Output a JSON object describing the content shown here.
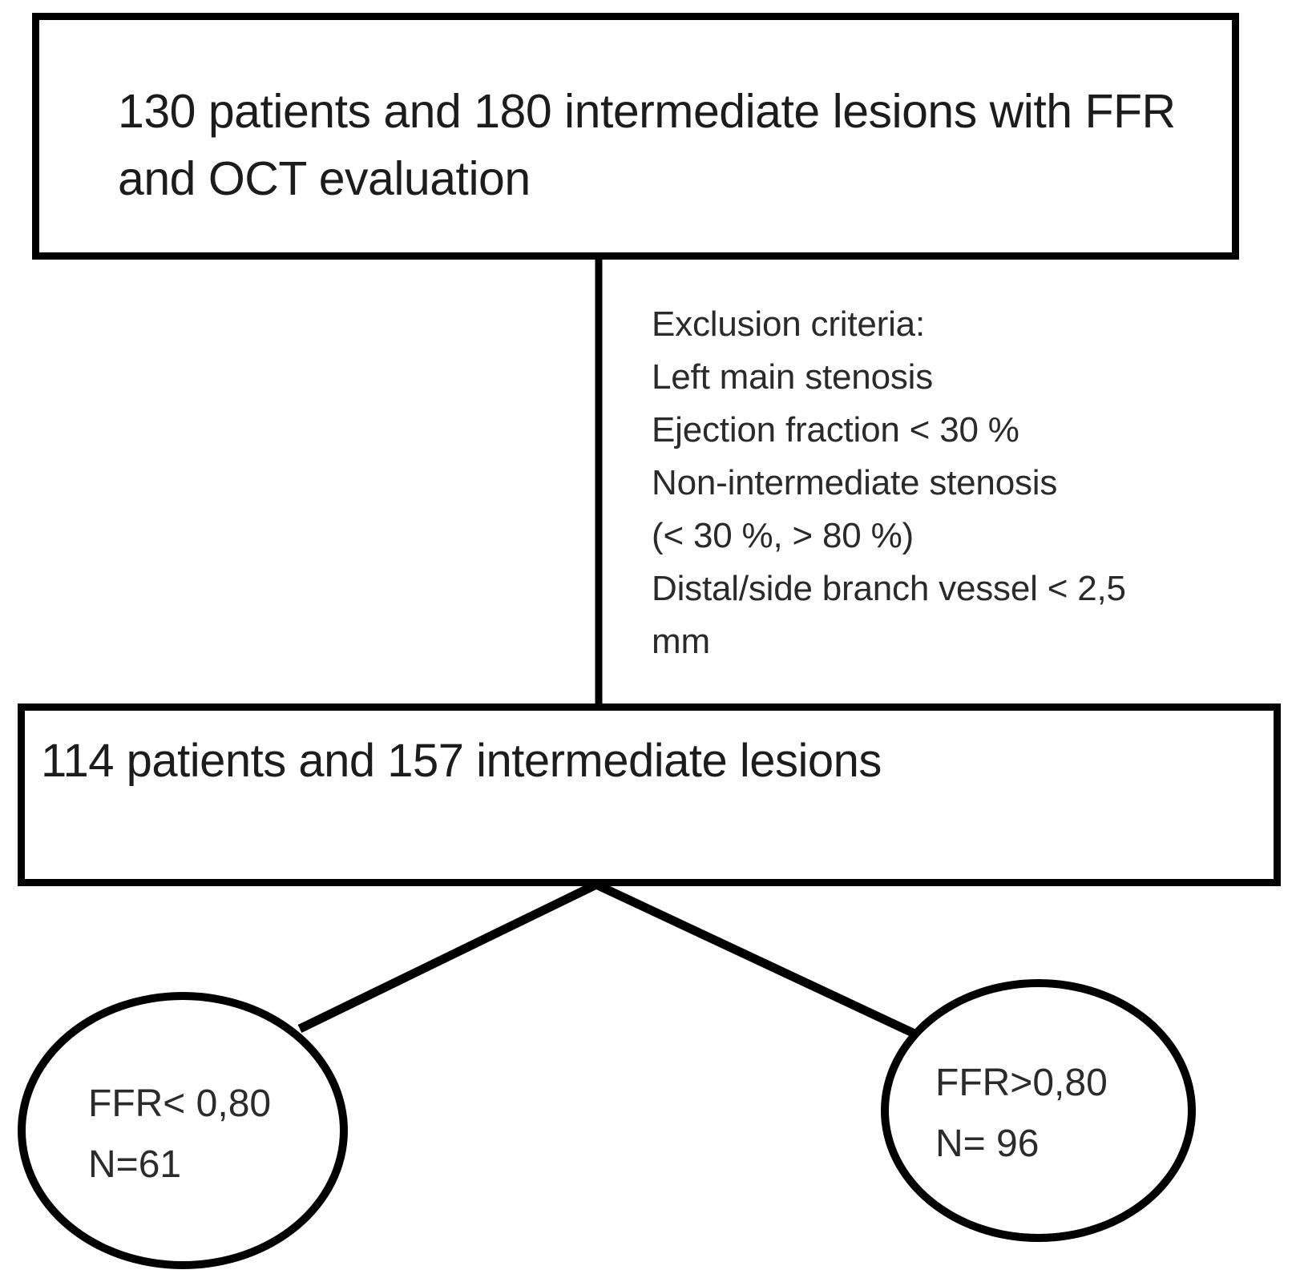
{
  "diagram": {
    "type": "study-flow-chart",
    "title": "FFR and OCT study enrollment flow",
    "stroke_color": "#000000",
    "text_color": "#1c1c1c",
    "background_color": "#ffffff"
  },
  "nodes": {
    "enrolled_box": {
      "text": "130 patients and 180 intermediate lesions with FFR and OCT evaluation",
      "patients": 130,
      "lesions": 180
    },
    "analyzed_box": {
      "text": "114 patients and 157 intermediate lesions",
      "patients": 114,
      "lesions": 157
    },
    "ffr_low": {
      "label": "FFR< 0,80",
      "count_label": "N=61",
      "threshold": "0,80",
      "n": 61
    },
    "ffr_high": {
      "label": "FFR>0,80",
      "count_label": "N= 96",
      "threshold": "0,80",
      "n": 96
    }
  },
  "exclusion": {
    "heading": "Exclusion criteria:",
    "items": [
      "Left main stenosis",
      "Ejection fraction < 30 %",
      "Non-intermediate stenosis",
      "(< 30 %, > 80 %)",
      "Distal/side branch vessel < 2,5 mm"
    ],
    "text": "Exclusion criteria:\nLeft main stenosis\nEjection fraction < 30 %\nNon-intermediate stenosis\n(< 30 %, > 80 %)\nDistal/side branch vessel < 2,5\nmm"
  },
  "connectors": [
    {
      "name": "enrolled-to-analyzed",
      "from": "enrolled_box",
      "to": "analyzed_box",
      "style": "vertical-line"
    },
    {
      "name": "analyzed-to-ffr-low",
      "from": "analyzed_box",
      "to": "ffr_low",
      "style": "diagonal-line"
    },
    {
      "name": "analyzed-to-ffr-high",
      "from": "analyzed_box",
      "to": "ffr_high",
      "style": "diagonal-line"
    }
  ]
}
